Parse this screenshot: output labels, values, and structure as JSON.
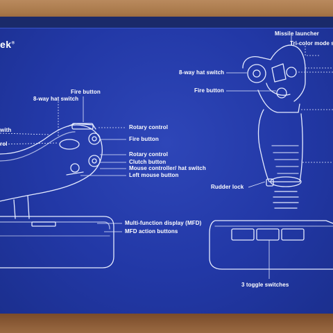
{
  "brand": {
    "text": "ek",
    "mark": "®"
  },
  "throttle_labels": {
    "fire_button_top": "Fire button",
    "hat_switch": "8-way hat switch",
    "partial_with": "with",
    "partial_trol": "rol",
    "rotary_control_1": "Rotary control",
    "fire_button_mid": "Fire button",
    "rotary_control_2": "Rotary control",
    "clutch_button": "Clutch button",
    "mouse_controller": "Mouse controller/ hat switch",
    "left_mouse_button": "Left mouse button",
    "mfd": "Multi-function display (MFD)",
    "mfd_buttons": "MFD action buttons"
  },
  "stick_labels": {
    "missile_launcher": "Missile launcher",
    "tri_color": "Tri-color mode s",
    "hat_switch": "8-way hat switch",
    "fire_button": "Fire button",
    "rudder_lock": "Rudder lock",
    "toggle_switches": "3 toggle switches"
  },
  "colors": {
    "panel": "#2238a6",
    "line": "#e6ecff",
    "wood": "#8a5a36"
  }
}
